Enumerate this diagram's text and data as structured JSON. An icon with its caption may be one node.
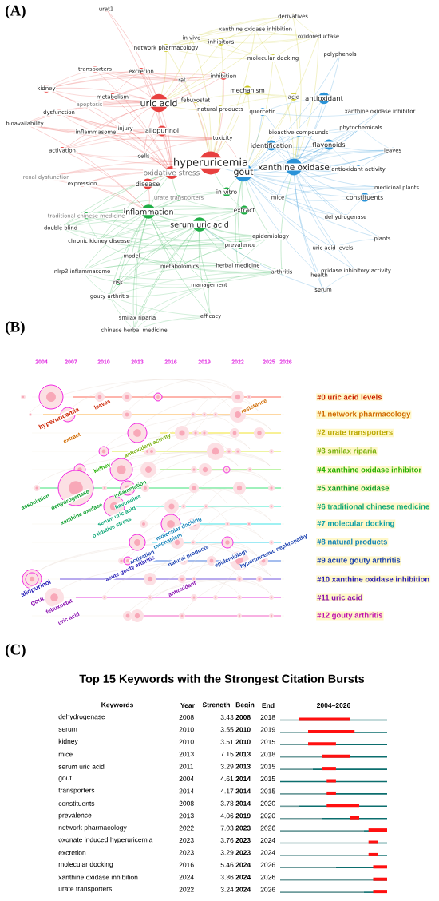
{
  "diagram": {
    "labels": [
      "(A)",
      "urat1",
      "derivatives",
      "xanthine oxidase inhibition",
      "in vivo",
      "inhibitors",
      "oxidoreductase",
      "network pharmacology",
      "molecular docking",
      "polyphenols",
      "transporters",
      "excretion",
      "rat",
      "inhibition",
      "kidney",
      "mechanism",
      "metabolism",
      "acid",
      "antioxidant",
      "apoptosis",
      "uric acid",
      "febuxostat",
      "natural products",
      "quercetin",
      "xanthine oxidase inhibitor",
      "dysfunction",
      "bioavailability",
      "inflammasome",
      "injury",
      "allopurinol",
      "toxicity",
      "bioactive compounds",
      "phytochemicals",
      "activation",
      "cells",
      "identification",
      "flavonoids",
      "leaves",
      "hyperuricemia",
      "xanthine oxidase",
      "antioxidant activity",
      "oxidative stress",
      "gout",
      "renal dysfunction",
      "expression",
      "disease",
      "medicinal plants",
      "in vitro",
      "urate transporters",
      "mice",
      "constituents",
      "inflammation",
      "extract",
      "traditional chinese medicine",
      "dehydrogenase",
      "serum uric acid",
      "double blind",
      "chronic kidney disease",
      "prevalence",
      "epidemiology",
      "plants",
      "uric acid levels",
      "model",
      "metabolomics",
      "herbal medicine",
      "nlrp3 inflammasome",
      "risk",
      "arthritis",
      "oxidase inhibitory activity",
      "health",
      "gouty arthritis",
      "management",
      "serum",
      "smilax riparia",
      "efficacy",
      "chinese herbal medicine",
      "(B)",
      "2004",
      "2007",
      "2010",
      "2013",
      "2016",
      "2019",
      "2022",
      "2025",
      "2026",
      "hyperuricemia",
      "extract",
      "leaves",
      "resistance",
      "antioxidant activity",
      "kidney",
      "association",
      "dehydrogenase",
      "xanthine oxidase",
      "inflammation",
      "flavonoids",
      "serum uric acid",
      "oxidative stress",
      "molecular docking",
      "mechanism",
      "activation",
      "natural products",
      "epidemiology",
      "hyperuricemic nephropathy",
      "acute gouty arthritis",
      "allopurinol",
      "gout",
      "febuxostat",
      "antioxidant",
      "uric acid",
      "#0 uric acid levels",
      "#1 network pharmacology",
      "#2 urate transporters",
      "#3 smilax riparia",
      "#4 xanthine oxidase inhibitor",
      "#5 xanthine oxidase",
      "#6 traditional chinese medicine",
      "#7 molecular docking",
      "#8 natural products",
      "#9 acute gouty arthritis",
      "#10 xanthine oxidase inhibition",
      "#11 uric acid",
      "#12 gouty arthritis",
      "(C)",
      "Top 15 Keywords with the Strongest Citation Bursts",
      "Keywords",
      "Year",
      "Strength",
      "Begin",
      "End",
      "2004–2026",
      "dehydrogenase",
      "2008",
      "3.43",
      "2008",
      "2018",
      "serum",
      "2010",
      "3.55",
      "2010",
      "2019",
      "kidney",
      "2010",
      "3.51",
      "2010",
      "2015",
      "mice",
      "2013",
      "7.15",
      "2013",
      "2018",
      "serum uric acid",
      "2011",
      "3.29",
      "2013",
      "2015",
      "gout",
      "2004",
      "4.61",
      "2014",
      "2015",
      "transporters",
      "2014",
      "4.17",
      "2014",
      "2015",
      "constituents",
      "2008",
      "3.78",
      "2014",
      "2020",
      "prevalence",
      "2013",
      "4.06",
      "2019",
      "2020",
      "network pharmacology",
      "2022",
      "7.03",
      "2023",
      "2026",
      "oxonate induced hyperuricemia",
      "2023",
      "3.76",
      "2023",
      "2024",
      "excretion",
      "2023",
      "3.29",
      "2023",
      "2024",
      "molecular docking",
      "2016",
      "5.46",
      "2024",
      "2026",
      "xanthine oxidase inhibition",
      "2024",
      "3.36",
      "2024",
      "2026",
      "urate transporters",
      "2022",
      "3.24",
      "2024",
      "2026"
    ]
  }
}
